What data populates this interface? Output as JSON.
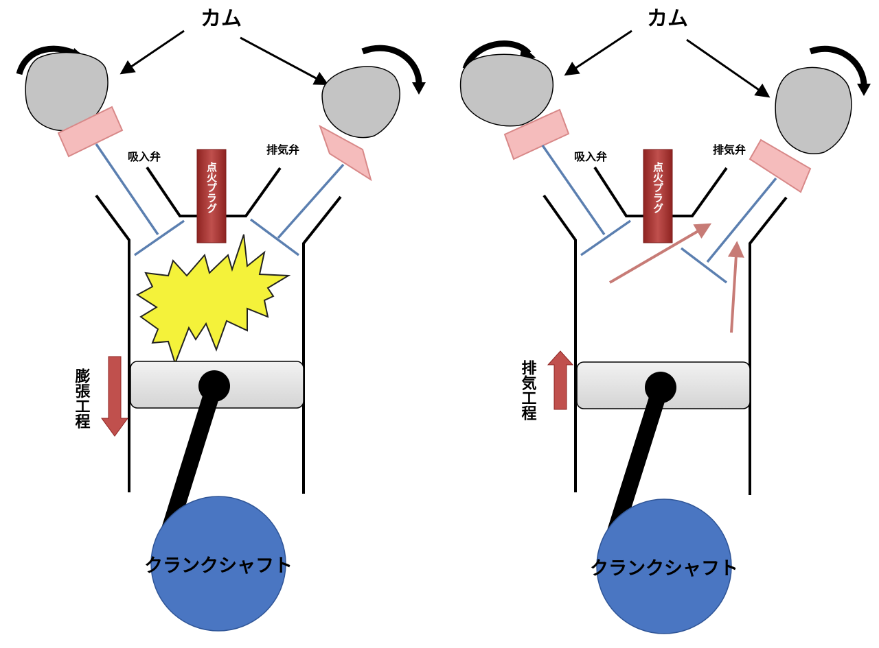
{
  "colors": {
    "cam_fill": "#c4c4c4",
    "rocker_fill": "#f5bcbc",
    "rocker_stroke": "#d88888",
    "valve_stem": "#5b7fb0",
    "spark_plug": "#a8322f",
    "explosion_fill": "#f4f23a",
    "piston_fill": "#e3e3e3",
    "crankshaft_fill": "#4a76c2",
    "arrow_red": "#c0504d",
    "exhaust_flow": "#c77b76"
  },
  "icons": {
    "rotation": "curved-arrow-icon",
    "stroke_direction": "block-arrow-icon",
    "explosion": "explosion-starburst-icon"
  },
  "panels": [
    {
      "cam_label": "カム",
      "intake_label": "吸入弁",
      "exhaust_label": "排気弁",
      "spark_plug_label": "点火プラグ",
      "stroke_label": "膨張工程",
      "crankshaft_label": "クランクシャフト"
    },
    {
      "cam_label": "カム",
      "intake_label": "吸入弁",
      "exhaust_label": "排気弁",
      "spark_plug_label": "点火プラグ",
      "stroke_label": "排気工程",
      "crankshaft_label": "クランクシャフト"
    }
  ]
}
